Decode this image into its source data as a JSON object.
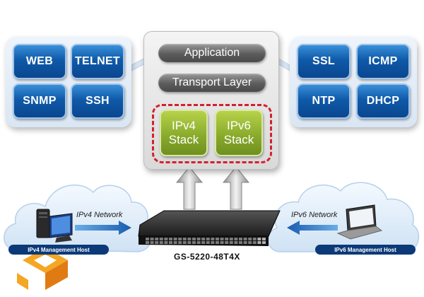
{
  "left_protocols": [
    "WEB",
    "TELNET",
    "SNMP",
    "SSH"
  ],
  "right_protocols": [
    "SSL",
    "ICMP",
    "NTP",
    "DHCP"
  ],
  "stack": {
    "application": "Application",
    "transport": "Transport Layer",
    "ipv4_line1": "IPv4",
    "ipv4_line2": "Stack",
    "ipv6_line1": "IPv6",
    "ipv6_line2": "Stack"
  },
  "network": {
    "ipv4_label": "IPv4 Network",
    "ipv6_label": "IPv6 Network",
    "ipv4_host": "IPv4 Management Host",
    "ipv6_host": "IPv6 Management Host",
    "switch_model": "GS-5220-48T4X"
  },
  "colors": {
    "protocol_blue": "#0f5aa9",
    "ip_stack_green": "#86a82a",
    "dashed_red": "#d3202f",
    "host_label_navy": "#0c3a78",
    "logo_orange": "#f5a623"
  },
  "icons": [
    "cloud-icon",
    "desktop-pc-icon",
    "laptop-icon",
    "network-switch-icon",
    "up-arrow-icon",
    "logo-icon"
  ]
}
